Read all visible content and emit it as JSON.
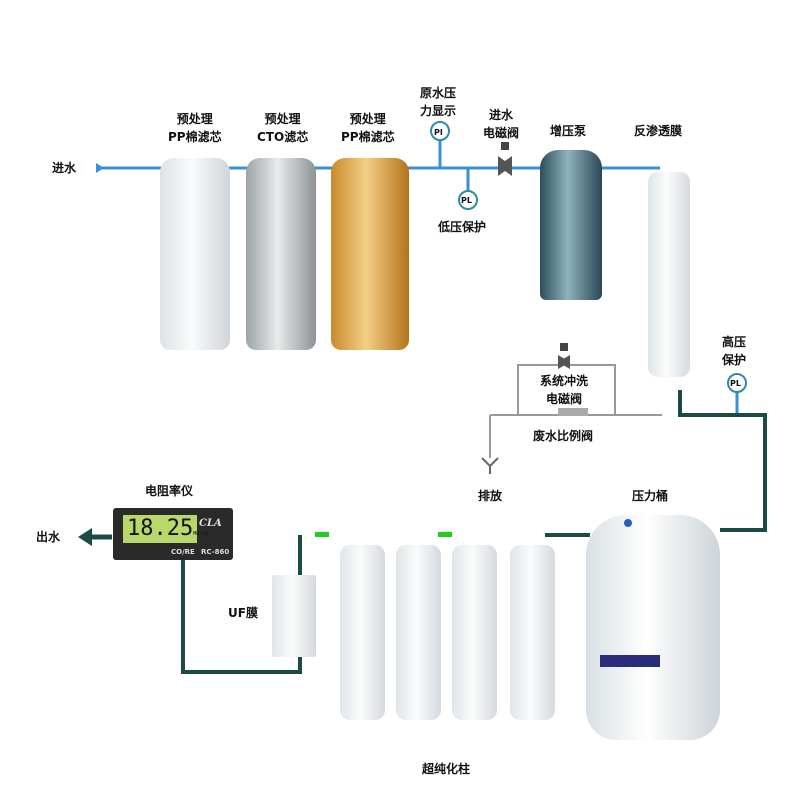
{
  "labels": {
    "inlet": "进水",
    "filter1": [
      "预处理",
      "PP棉滤芯"
    ],
    "filter2": [
      "预处理",
      "CTO滤芯"
    ],
    "filter3": [
      "预处理",
      "PP棉滤芯"
    ],
    "raw_pressure": [
      "原水压",
      "力显示"
    ],
    "inlet_valve": [
      "进水",
      "电磁阀"
    ],
    "pump": "增压泵",
    "ro": "反渗透膜",
    "low_pressure": "低压保护",
    "high_pressure": [
      "高压",
      "保护"
    ],
    "flush_valve": [
      "系统冲洗",
      "电磁阀"
    ],
    "waste_ratio": "废水比例阀",
    "drain": "排放",
    "tank": "压力桶",
    "meter": "电阻率仪",
    "outlet": "出水",
    "uf": "UF膜",
    "ultrapure": "超纯化柱"
  },
  "gauges": {
    "pi": "PI",
    "pl1": "PL",
    "pl2": "PL"
  },
  "meter_display": {
    "value": "18.25",
    "unit": "MΩ·cm",
    "brand": "CLA",
    "mode": "CO/RE",
    "model": "RC-860"
  },
  "colors": {
    "inlet_pipe": "#3a8fd6",
    "outlet_pipe": "#1c4b46",
    "gauge": "#2e8ea0"
  }
}
